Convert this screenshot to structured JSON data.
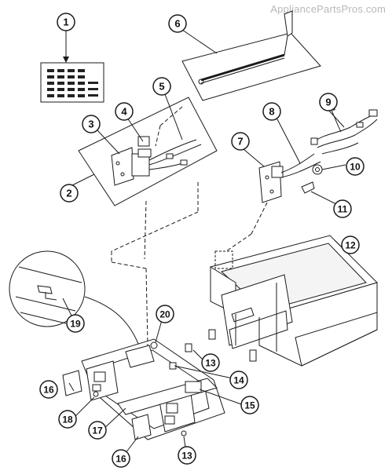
{
  "watermark": "AppliancePartsPros.com",
  "callouts": [
    "1",
    "2",
    "3",
    "4",
    "5",
    "6",
    "7",
    "8",
    "9",
    "10",
    "11",
    "12",
    "13",
    "14",
    "15",
    "16",
    "17",
    "18",
    "19",
    "20",
    "13",
    "16"
  ],
  "colors": {
    "line": "#1a1a1a",
    "background": "#ffffff",
    "watermark": "#b8b8b8"
  }
}
